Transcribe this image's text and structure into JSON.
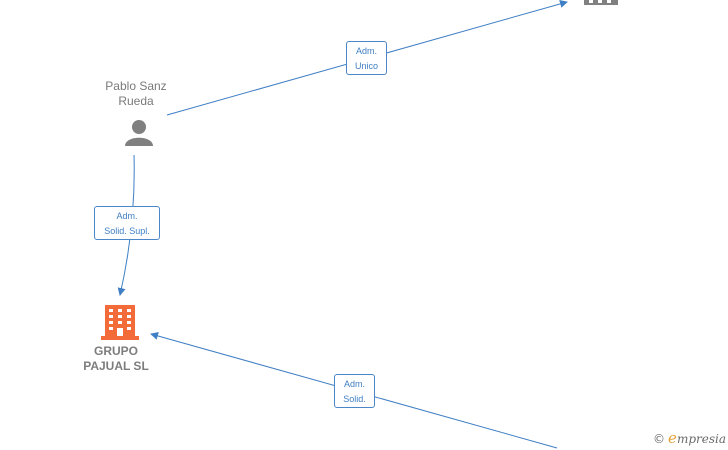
{
  "nodes": {
    "person": {
      "label": "Pablo Sanz\nRueda"
    },
    "company": {
      "label": "GRUPO\nPAJUAL  SL"
    }
  },
  "edges": [
    {
      "label": "Adm.\nUnico"
    },
    {
      "label": "Adm.\nSolid. Supl."
    },
    {
      "label": "Adm.\nSolid."
    }
  ],
  "brand": {
    "copyright": "©",
    "e_letter": "e",
    "rest": "mpresia"
  },
  "colors": {
    "edge": "#3f7fc4",
    "person_icon": "#808080",
    "company_icon": "#f26b38",
    "partial_building": "#808080"
  }
}
